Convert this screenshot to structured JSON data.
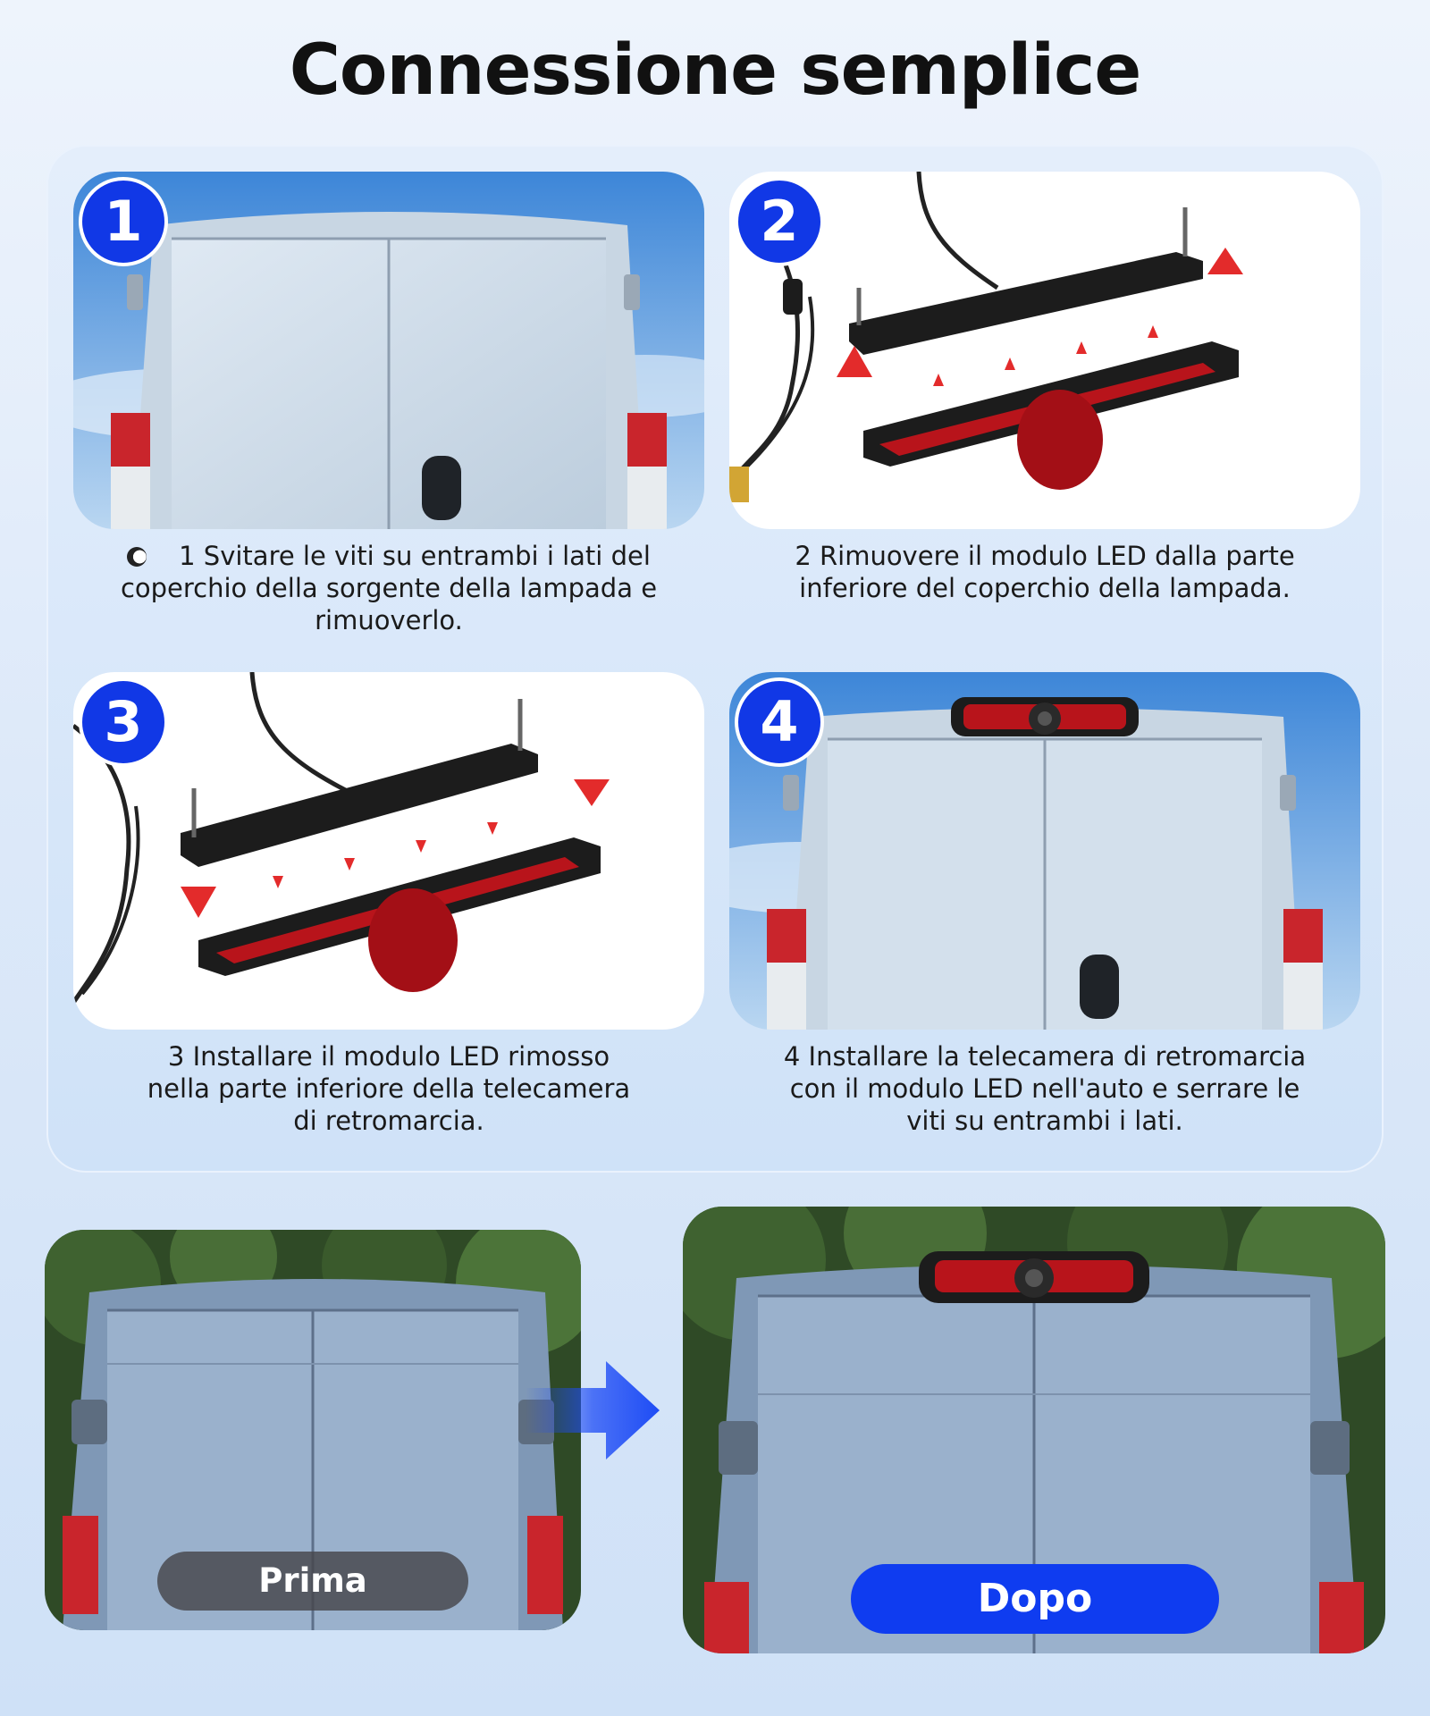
{
  "title": "Connessione semplice",
  "steps": [
    {
      "number": "1",
      "caption_lines": [
        "1 Svitare le viti su entrambi i lati del",
        "coperchio della sorgente della lampada e",
        "rimuoverlo."
      ]
    },
    {
      "number": "2",
      "caption_lines": [
        "2 Rimuovere il modulo LED dalla parte",
        "inferiore del coperchio della lampada."
      ]
    },
    {
      "number": "3",
      "caption_lines": [
        "3 Installare il modulo LED rimosso",
        "nella parte inferiore della telecamera",
        "di retromarcia."
      ]
    },
    {
      "number": "4",
      "caption_lines": [
        "4 Installare la telecamera di retromarcia",
        "con il modulo LED nell'auto e serrare le",
        "viti su entrambi i lati."
      ]
    }
  ],
  "comparison": {
    "before_label": "Prima",
    "after_label": "Dopo"
  },
  "colors": {
    "badge_blue": "#1138e6",
    "after_blue": "#0f3cf0",
    "light_red": "#c0202a"
  },
  "icons": [
    "number-badge",
    "arrow-right-icon",
    "moon-icon"
  ]
}
